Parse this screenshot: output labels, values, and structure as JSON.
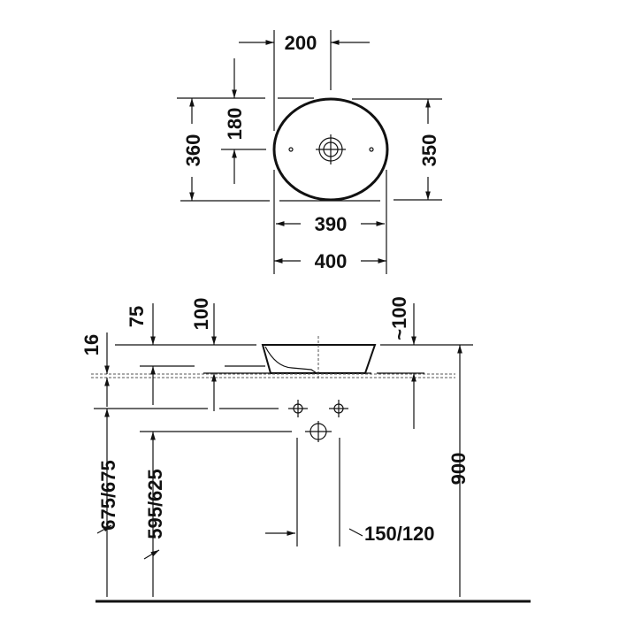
{
  "top_view": {
    "width_offset": "200",
    "depth_offset": "180",
    "overall_depth": "360",
    "inner_depth": "350",
    "inner_width": "390",
    "overall_width": "400"
  },
  "side_view": {
    "rim_thickness": "16",
    "dim_75": "75",
    "dim_100": "100",
    "dim_approx_100": "~100",
    "total_height": "900",
    "height_range_1": "675/675",
    "height_range_2": "595/625",
    "drain_spacing": "150/120"
  },
  "colors": {
    "line": "#111111"
  }
}
